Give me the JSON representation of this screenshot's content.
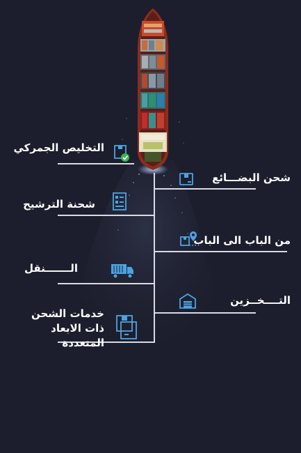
{
  "services": {
    "left": [
      {
        "label": "التخليص الجمركي",
        "icon": "customs-clearance-icon"
      },
      {
        "label": "شحنة الترشيح",
        "icon": "shipment-document-icon"
      },
      {
        "label": "الـــــــنقل",
        "icon": "truck-icon"
      },
      {
        "label": "خدمات الشحن ذات الابعاد المتعددة",
        "icon": "multi-dimension-box-icon"
      }
    ],
    "right": [
      {
        "label": "شحن البضـــائع",
        "icon": "cargo-box-icon"
      },
      {
        "label": "من الباب الى الباب",
        "icon": "door-to-door-location-icon"
      },
      {
        "label": "التــــخــزين",
        "icon": "warehouse-icon"
      }
    ]
  },
  "colors": {
    "background": "#1c1e2d",
    "line": "#d8dbe6",
    "icon_blue": "#4da3e0",
    "check_green": "#39b54a"
  }
}
